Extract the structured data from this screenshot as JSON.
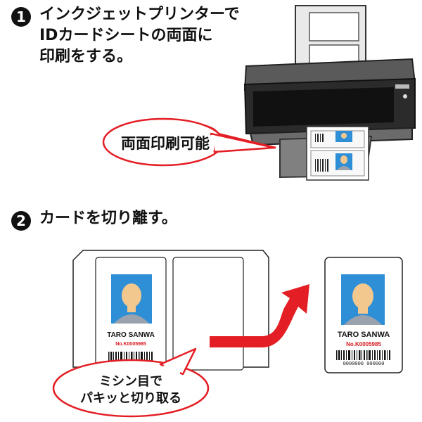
{
  "step1": {
    "number": "1",
    "text": "インクジェットプリンターで\nIDカードシートの両面に\n印刷をする。"
  },
  "bubble1": {
    "text": "両面印刷可能"
  },
  "step2": {
    "number": "2",
    "text": "カードを切り離す。"
  },
  "card": {
    "name": "TARO SANWA",
    "number": "No.K0005985",
    "barcode_digits": "0000000 000000"
  },
  "bubble2": {
    "line1": "ミシン目で",
    "line2": "パキッと切り取る"
  },
  "colors": {
    "photo_bg": "#2f8fd6",
    "skin": "#f2c88f",
    "shirt": "#9aa3ad",
    "accent_red": "#e31e24",
    "card_number_red": "#d71920"
  }
}
